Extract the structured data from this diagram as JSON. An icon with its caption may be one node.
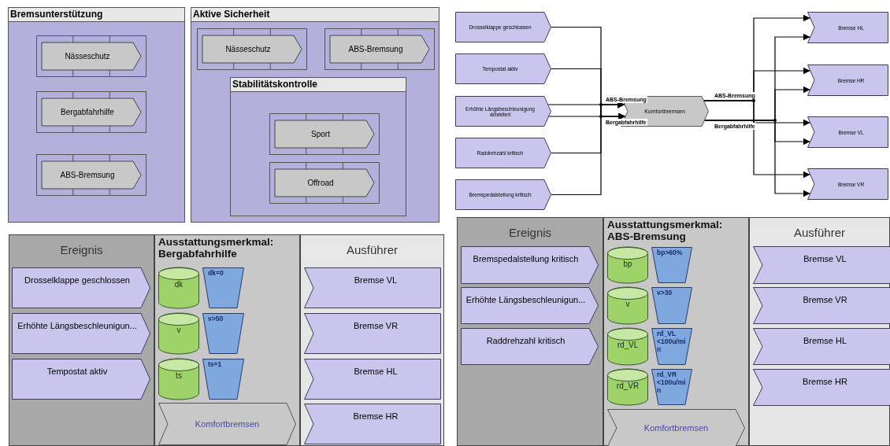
{
  "diagram": {
    "nodes": [
      {
        "text": [
          "Bremsunterstützung"
        ]
      },
      {
        "text": [
          "Nässeschutz"
        ],
        "in": 0
      },
      {
        "text": [
          "Bergabfahrhilfe"
        ],
        "in": 0
      },
      {
        "text": [
          "ABS-Bremsung"
        ],
        "in": 0
      },
      {
        "text": [
          "Aktive Sicherheit"
        ]
      },
      {
        "text": [
          "Nässeschutz"
        ],
        "in": 4
      },
      {
        "text": [
          "ABS-Bremsung"
        ],
        "in": 4
      },
      {
        "text": [
          "Stabilitätskontrolle"
        ],
        "in": 4
      },
      {
        "text": [
          "Sport"
        ],
        "in": 7
      },
      {
        "text": [
          "Offroad"
        ],
        "in": 7
      },
      {
        "text": [
          "Drosselklappe geschlossen"
        ]
      },
      {
        "text": [
          "Tempostat aktiv"
        ]
      },
      {
        "text": [
          "Erhöhte Längsbeschleunigung detektiert"
        ]
      },
      {
        "text": [
          "Raddrehzahl kritisch"
        ]
      },
      {
        "text": [
          "Bremspedalstellung kritisch"
        ]
      },
      {
        "text": [
          "Komfortbremsen"
        ]
      },
      {
        "text": [
          "Bremse HL"
        ]
      },
      {
        "text": [
          "Bremse HR"
        ]
      },
      {
        "text": [
          "Bremse VL"
        ]
      },
      {
        "text": [
          "Bremse VR"
        ]
      },
      {
        "text": [
          "Ereignis"
        ]
      },
      {
        "text": [
          "Drosselklappe geschlossen"
        ],
        "in": 20
      },
      {
        "text": [
          "Erhöhte Längsbeschleunigun..."
        ],
        "in": 20
      },
      {
        "text": [
          "Tempostat aktiv"
        ],
        "in": 20
      },
      {
        "text": [
          "Ausstattungsmerkmal: Bergabfahrhilfe"
        ]
      },
      {
        "text": [
          "dk"
        ],
        "in": 24
      },
      {
        "text": [
          "dk=0"
        ],
        "in": 24
      },
      {
        "text": [
          "v"
        ],
        "in": 24
      },
      {
        "text": [
          "v>50"
        ],
        "in": 24
      },
      {
        "text": [
          "ts"
        ],
        "in": 24
      },
      {
        "text": [
          "ts=1"
        ],
        "in": 24
      },
      {
        "text": [
          "Komfortbremsen"
        ],
        "in": 24
      },
      {
        "text": [
          "Ausführer"
        ]
      },
      {
        "text": [
          "Bremse VL"
        ],
        "in": 32
      },
      {
        "text": [
          "Bremse VR"
        ],
        "in": 32
      },
      {
        "text": [
          "Bremse HL"
        ],
        "in": 32
      },
      {
        "text": [
          "Bremse HR"
        ],
        "in": 32
      },
      {
        "text": [
          "Ereignis"
        ]
      },
      {
        "text": [
          "Bremspedalstellung kritisch"
        ],
        "in": 37
      },
      {
        "text": [
          "Erhöhte Längsbeschleunigun..."
        ],
        "in": 37
      },
      {
        "text": [
          "Raddrehzahl kritisch"
        ],
        "in": 37
      },
      {
        "text": [
          "Ausstattungsmerkmal: ABS-Bremsung"
        ]
      },
      {
        "text": [
          "bp"
        ],
        "in": 41
      },
      {
        "text": [
          "bp>60%"
        ],
        "in": 41
      },
      {
        "text": [
          "v"
        ],
        "in": 41
      },
      {
        "text": [
          "v>30"
        ],
        "in": 41
      },
      {
        "text": [
          "rd_VL"
        ],
        "in": 41
      },
      {
        "text": [
          "rd_VL <100u/min"
        ],
        "in": 41
      },
      {
        "text": [
          "rd_VR"
        ],
        "in": 41
      },
      {
        "text": [
          "rd_VR <100u/min"
        ],
        "in": 41
      },
      {
        "text": [
          "Komfortbremsen"
        ],
        "in": 41
      },
      {
        "text": [
          "Ausführer"
        ]
      },
      {
        "text": [
          "Bremse VL"
        ],
        "in": 51
      },
      {
        "text": [
          "Bremse VR"
        ],
        "in": 51
      },
      {
        "text": [
          "Bremse HL"
        ],
        "in": 51
      },
      {
        "text": [
          "Bremse HR"
        ],
        "in": 51
      }
    ],
    "edges": [
      {
        "from": 10,
        "to": 15,
        "arrow": "to"
      },
      {
        "from": 11,
        "to": 15,
        "arrow": "to"
      },
      {
        "from": 12,
        "to": 15,
        "arrow": "to",
        "label": "ABS-Bremsung"
      },
      {
        "from": 12,
        "to": 15,
        "arrow": "to",
        "label": "Bergabfahrhilfe"
      },
      {
        "from": 13,
        "to": 15,
        "arrow": "to"
      },
      {
        "from": 14,
        "to": 15,
        "arrow": "to"
      },
      {
        "from": 15,
        "to": 16,
        "arrow": "to",
        "label": "ABS-Bremsung"
      },
      {
        "from": 15,
        "to": 17,
        "arrow": "to"
      },
      {
        "from": 15,
        "to": 18,
        "arrow": "to"
      },
      {
        "from": 15,
        "to": 19,
        "arrow": "to"
      },
      {
        "from": 15,
        "to": 16,
        "arrow": "to",
        "label": "Bergabfahrhilfe"
      },
      {
        "from": 15,
        "to": 17,
        "arrow": "to"
      },
      {
        "from": 15,
        "to": 18,
        "arrow": "to"
      },
      {
        "from": 15,
        "to": 19,
        "arrow": "to"
      }
    ]
  }
}
